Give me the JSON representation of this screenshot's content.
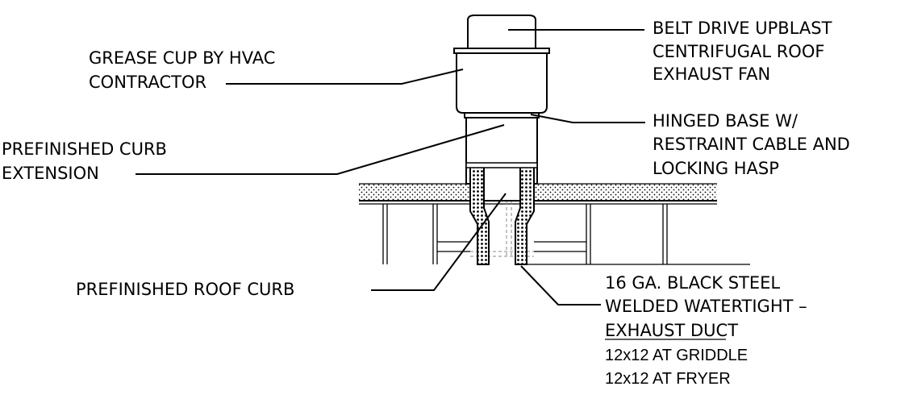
{
  "labels": {
    "fan_line1": "BELT DRIVE UPBLAST",
    "fan_line2": "CENTRIFUGAL ROOF",
    "fan_line3": "EXHAUST FAN",
    "grease_line1": "GREASE CUP BY HVAC",
    "grease_line2": "CONTRACTOR",
    "hinge_line1": "HINGED BASE W/",
    "hinge_line2": "RESTRAINT CABLE AND",
    "hinge_line3": "LOCKING HASP",
    "ext_line1": "PREFINISHED CURB",
    "ext_line2": "EXTENSION",
    "curb_line1": "PREFINISHED ROOF CURB",
    "duct_line1": "16 GA. BLACK STEEL",
    "duct_line2": "WELDED WATERTIGHT –",
    "duct_line3": "EXHAUST DUCT",
    "duct_line4": "12x12 AT GRIDDLE",
    "duct_line5": "12x12 AT FRYER"
  }
}
